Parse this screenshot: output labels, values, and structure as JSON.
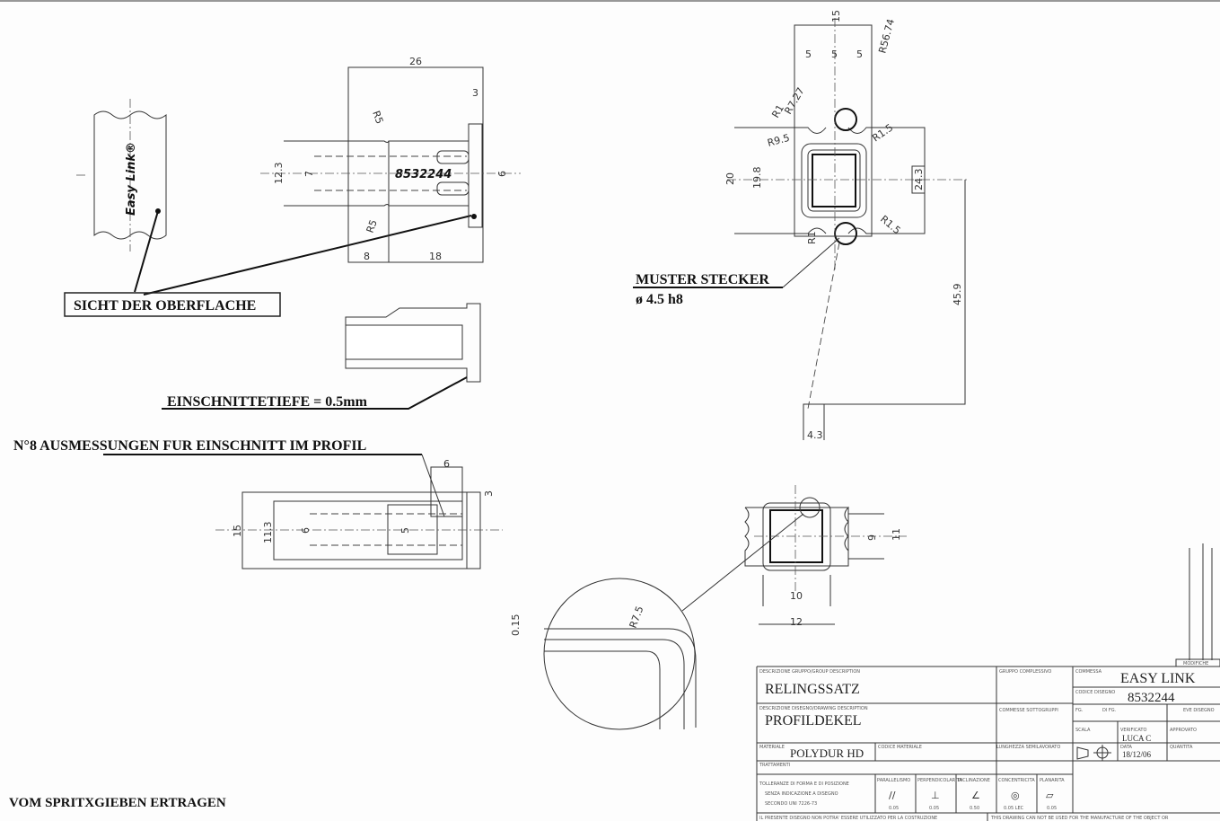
{
  "labels": {
    "surface_view": "SICHT DER OBERFLACHE",
    "cut_depth": "EINSCHNITTETIEFE = 0.5mm",
    "profile_cut": "N°8 AUSMESSUNGEN FUR EINSCHNITT IM PROFIL",
    "muster": "MUSTER STECKER",
    "muster_dia": "ø 4.5 h8",
    "bottom_note": "VOM SPRITXGIEBEN ERTRAGEN",
    "brand_mark": "Easy Link®",
    "part_code_mark": "8532244"
  },
  "dims_side": {
    "d26": "26",
    "d3": "3",
    "r5a": "R5",
    "r5b": "R5",
    "d8": "8",
    "d18": "18",
    "d12": "12.3",
    "d7": "7",
    "d6": "6"
  },
  "dims_front": {
    "d15": "15",
    "d5a": "5",
    "d5b": "5",
    "d5c": "5",
    "r5674": "R56.74",
    "r727": "R7.27",
    "r1a": "R1",
    "r15a": "R1.5",
    "r95": "R9.5",
    "d20": "20",
    "d198": "19.8",
    "d243": "24.3",
    "r15b": "R1.5",
    "r1b": "R1",
    "d459": "45.9",
    "d43": "4.3"
  },
  "dims_cut": {
    "d6": "6",
    "d3": "3",
    "d15": "15",
    "d113": "11.3",
    "d6b": "6",
    "d5": "5"
  },
  "dims_detail": {
    "d015": "0.15",
    "r75": "R7.5",
    "d10": "10",
    "d12": "12",
    "d9": "9",
    "d11": "11"
  },
  "title_block": {
    "group_desc_label": "DESCRIZIONE GRUPPO/GROUP DESCRIPTION",
    "group_desc": "RELINGSSATZ",
    "drawing_desc_label": "DESCRIZIONE DISEGNO/DRAWING DESCRIPTION",
    "drawing_desc": "PROFILDEKEL",
    "material_label": "MATERIALE",
    "material": "POLYDUR HD",
    "material_code_label": "CODICE MATERIALE",
    "treatment_label": "TRATTAMENTI",
    "group_complete_label": "GRUPPO COMPLESSIVO",
    "subgroup_label": "COMMESSE SOTTOGRUPPI",
    "length_label": "LUNGHEZZA SEMILAVORATO",
    "customer_label": "COMMESSA",
    "customer": "EASY LINK",
    "drawing_code_label": "CODICE DISEGNO",
    "drawing_code": "8532244",
    "sheet_label": "FG.",
    "of_label": "DI FG.",
    "ver_label": "EVE DISEGNO",
    "scale_label": "SCALA",
    "checked_label": "VERIFICATO",
    "checked": "LUCA C",
    "approved_label": "APPROVATO",
    "date_label": "DATA",
    "date": "18/12/06",
    "qty_label": "QUANTITA",
    "top_tag": "MODIFICHE",
    "tol_text": [
      "TOLLERANZE DI FORMA E DI POSIZIONE",
      "SENZA INDICAZIONE A DISEGNO",
      "SECONDO UNI 7226-73"
    ],
    "tolerances": [
      {
        "name": "PARALLELISMO",
        "symbol": "//",
        "value": "0.05"
      },
      {
        "name": "PERPENDICOLARITA",
        "symbol": "⊥",
        "value": "0.05"
      },
      {
        "name": "INCLINAZIONE",
        "symbol": "∠",
        "value": "0.50"
      },
      {
        "name": "CONCENTRICITA",
        "symbol": "◎",
        "value": "0.05 LEC"
      },
      {
        "name": "PLANARITA",
        "symbol": "▱",
        "value": "0.05"
      }
    ],
    "footer_it": "IL PRESENTE DISEGNO NON POTRA' ESSERE UTILIZZATO PER LA COSTRUZIONE",
    "footer_en": "THIS DRAWING CAN NOT BE USED FOR THE MANUFACTURE OF THE OBJECT OR"
  }
}
